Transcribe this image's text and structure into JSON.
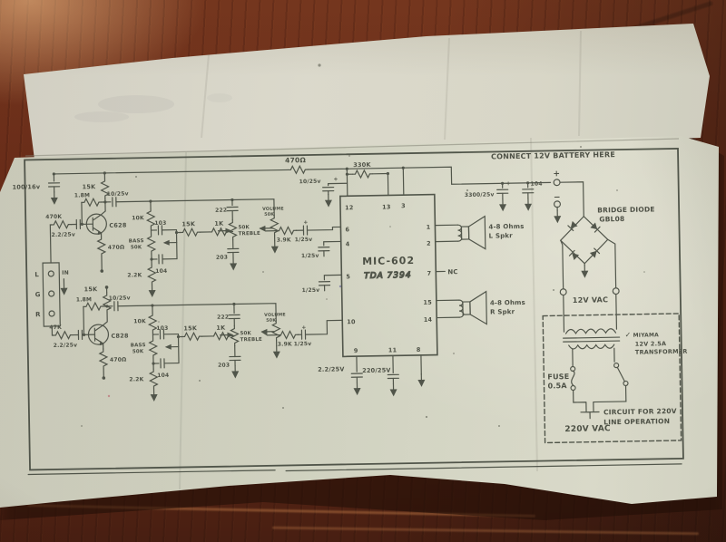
{
  "sch": {
    "pwr": {
      "rail_r": "470Ω",
      "note": "CONNECT 12V BATTERY HERE",
      "c3300": "3300/25v",
      "c104": "104",
      "plus": "+",
      "minus": "−",
      "r330k": "330K"
    },
    "top": {
      "cin": "100/16v",
      "rc": "15K",
      "rf": "1.8M",
      "cc": "10/25v",
      "rb": "470K",
      "cb": "2.2/25v",
      "q": "C628",
      "re": "470Ω",
      "rbass": "10K",
      "c103": "103",
      "bass1": "BASS",
      "bass2": "50K",
      "c104": "104",
      "rg": "2.2K",
      "r15": "15K",
      "r1k": "1K",
      "c222": "222",
      "c203": "203",
      "treb1": "50K",
      "treb2": "TREBLE",
      "vol1": "VOLUME",
      "vol2": "50K",
      "r39": "3.9K",
      "cout": "1/25v"
    },
    "bot": {
      "rc": "15K",
      "rf": "1.8M",
      "cc": "10/25v",
      "rb": "47K",
      "cb": "2.2/25v",
      "q": "C828",
      "re": "470Ω",
      "rbass": "10K",
      "c103": "103",
      "bass1": "BASS",
      "bass2": "50K",
      "c104": "104",
      "rg": "2.2K",
      "r15": "15K",
      "r1k": "1K",
      "c222": "222",
      "c203": "203",
      "treb1": "50K",
      "treb2": "TREBLE",
      "vol1": "VOLUME",
      "vol2": "50K",
      "r39": "3.9K",
      "cout": "1/25v"
    },
    "ic": {
      "name": "MIC-602",
      "hand": "TDA 7394",
      "c12": "10/25v",
      "c4": "1/25v",
      "c5": "1/25v",
      "c9": "2.2/25V",
      "c11": "220/25V",
      "nc": "NC",
      "pins": {
        "p1": "1",
        "p2": "2",
        "p3": "3",
        "p4": "4",
        "p5": "5",
        "p6": "6",
        "p7": "7",
        "p8": "8",
        "p9": "9",
        "p10": "10",
        "p11": "11",
        "p12": "12",
        "p13": "13",
        "p14": "14",
        "p15": "15"
      }
    },
    "out": {
      "l1": "4-8 Ohms",
      "l2": "L Spkr",
      "r1": "4-8 Ohms",
      "r2": "R Spkr",
      "bridge1": "BRIDGE DIODE",
      "bridge2": "GBL08",
      "vac12": "12V VAC",
      "fuse1": "FUSE",
      "fuse2": "0.5A",
      "vac220": "220V VAC",
      "box1": "CIRCUIT FOR 220V",
      "box2": "LINE OPERATION",
      "tx_logo": "✓",
      "tx_brand": "MIYAMA",
      "tx_spec": "12V 2.5A",
      "tx_name": "TRANSFORMER"
    },
    "jack": {
      "l": "L",
      "g": "G",
      "r": "R",
      "in": "IN"
    }
  },
  "colors": {
    "paper": "#ccd2c4",
    "ink": "#39423a",
    "wood": "#5d2212",
    "handwriting": "#3f3f8e"
  }
}
